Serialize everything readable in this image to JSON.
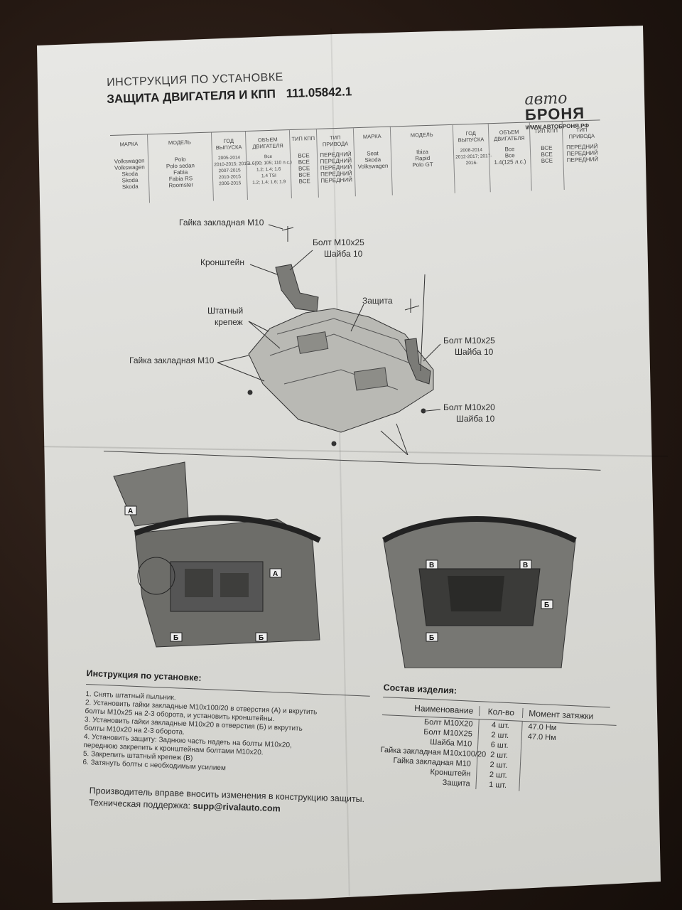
{
  "doc": {
    "title_line1": "ИНСТРУКЦИЯ ПО УСТАНОВКЕ",
    "title_line2": "ЗАЩИТА ДВИГАТЕЛЯ И КПП",
    "part_number": "111.05842.1"
  },
  "logo": {
    "script": "авто",
    "name": "БРОНЯ",
    "site": "WWW.АВТОБРОНЯ.РФ"
  },
  "models_table": {
    "left": {
      "brand_header": "МАРКА",
      "brands": [
        "Volkswagen",
        "Volkswagen",
        "Skoda",
        "Skoda",
        "Skoda"
      ],
      "model_header": "МОДЕЛЬ",
      "models": [
        "Polo",
        "Polo sedan",
        "Fabia",
        "Fabia RS",
        "Roomster"
      ],
      "year_header": "ГОД ВЫПУСКА",
      "years": [
        "2005-2014",
        "2010-2015; 2015-",
        "2007-2015",
        "2010-2015",
        "2006-2015"
      ],
      "engine_header": "ОБЪЕМ ДВИГАТЕЛЯ",
      "engines": [
        "Все",
        "1.6(90; 105; 110 л.с.)",
        "1.2; 1.4; 1.6",
        "1.4 TSI",
        "1.2; 1.4; 1.6; 1.9"
      ],
      "gearbox_header": "ТИП КПП",
      "gearboxes": [
        "ВСЕ",
        "ВСЕ",
        "ВСЕ",
        "ВСЕ",
        "ВСЕ"
      ],
      "drive_header": "ТИП ПРИВОДА",
      "drives": [
        "ПЕРЕДНИЙ",
        "ПЕРЕДНИЙ",
        "ПЕРЕДНИЙ",
        "ПЕРЕДНИЙ",
        "ПЕРЕДНИЙ"
      ]
    },
    "right": {
      "brand_header": "МАРКА",
      "brands": [
        "Seat",
        "Skoda",
        "Volkswagen"
      ],
      "model_header": "МОДЕЛЬ",
      "models": [
        "Ibiza",
        "Rapid",
        "Polo GT"
      ],
      "year_header": "ГОД ВЫПУСКА",
      "years": [
        "2008-2014",
        "2012-2017; 2017-",
        "2016-"
      ],
      "engine_header": "ОБЪЕМ ДВИГАТЕЛЯ",
      "engines": [
        "Все",
        "Все",
        "1.4(125 л.с.)"
      ],
      "gearbox_header": "ТИП КПП",
      "gearboxes": [
        "ВСЕ",
        "ВСЕ",
        "ВСЕ"
      ],
      "drive_header": "ТИП ПРИВОДА",
      "drives": [
        "ПЕРЕДНИЙ",
        "ПЕРЕДНИЙ",
        "ПЕРЕДНИЙ"
      ]
    }
  },
  "diagram_labels": {
    "nut_top": "Гайка закладная М10",
    "bolt_1": "Болт М10х25",
    "washer_1": "Шайба 10",
    "bracket": "Кронштейн",
    "guard": "Защита",
    "std_fastener_1": "Штатный",
    "std_fastener_2": "крепеж",
    "bolt_2": "Болт М10х25",
    "washer_2": "Шайба 10",
    "nut_left": "Гайка закладная М10",
    "bolt_3": "Болт М10х20",
    "washer_3": "Шайба 10"
  },
  "photo_markers": {
    "a": "А",
    "b": "Б",
    "v": "В"
  },
  "instructions": {
    "heading": "Инструкция по установке:",
    "steps": [
      "1. Снять штатный пыльник.",
      "2. Установить гайки закладные М10х100/20 в отверстия (А) и вкрутить",
      "болты М10х25 на 2-3 оборота, и установить кронштейны.",
      "3. Установить гайки закладные М10х20 в отверстия (Б) и вкрутить",
      "болты М10х20 на 2-3 оборота.",
      "4. Установить защиту: Заднюю часть надеть на болты М10х20,",
      "переднюю закрепить к кронштейнам болтами М10х20.",
      "5. Закрепить штатный крепеж (В)",
      "6. Затянуть болты с необходимым усилием"
    ]
  },
  "composition": {
    "heading": "Состав изделия:",
    "col_name": "Наименование",
    "col_qty": "Кол-во",
    "col_torque": "Момент затяжки",
    "rows": [
      {
        "name": "Болт М10Х20",
        "qty": "4 шт.",
        "torque": "47.0 Нм"
      },
      {
        "name": "Болт М10Х25",
        "qty": "2 шт.",
        "torque": "47.0 Нм"
      },
      {
        "name": "Шайба М10",
        "qty": "6 шт.",
        "torque": ""
      },
      {
        "name": "Гайка закладная М10х100/20",
        "qty": "2 шт.",
        "torque": ""
      },
      {
        "name": "Гайка закладная М10",
        "qty": "2 шт.",
        "torque": ""
      },
      {
        "name": "Кронштейн",
        "qty": "2 шт.",
        "torque": ""
      },
      {
        "name": "Защита",
        "qty": "1 шт.",
        "torque": ""
      }
    ]
  },
  "footer": {
    "line1": "Производитель вправе вносить изменения в конструкцию защиты.",
    "line2_prefix": "Техническая поддержка: ",
    "email": "supp@rivalauto.com"
  }
}
